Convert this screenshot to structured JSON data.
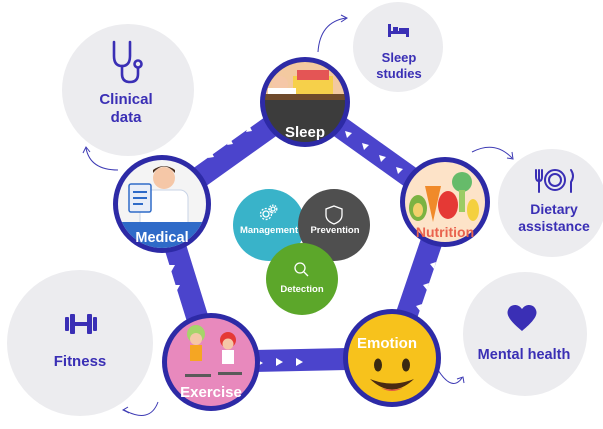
{
  "colors": {
    "ring": "#4b44cc",
    "ring_dark": "#2d2aa6",
    "outer_bubble": "#ececef",
    "label": "#3a2fb5",
    "heart": "#3a2fb5",
    "management": "#39b3c9",
    "prevention": "#4f4f4f",
    "detection": "#5ca72a",
    "node_sleep": "#3c3c3c",
    "node_nutrition": "#f4a06a",
    "node_emotion": "#f7c21c",
    "node_exercise": "#e889bd",
    "node_medical": "#2f6bc8",
    "arrow": "#3d3ab4"
  },
  "center": {
    "management": "Management",
    "prevention": "Prevention",
    "detection": "Detection",
    "management_icon": "gears-icon",
    "prevention_icon": "shield-icon",
    "detection_icon": "magnifier-icon"
  },
  "nodes": {
    "sleep": {
      "label": "Sleep",
      "icon": "sleeping-child-icon"
    },
    "nutrition": {
      "label": "Nutrition",
      "icon": "vegetables-icon"
    },
    "emotion": {
      "label": "Emotion",
      "icon": "smiley-face-icon"
    },
    "exercise": {
      "label": "Exercise",
      "icon": "kids-skating-icon"
    },
    "medical": {
      "label": "Medical",
      "icon": "doctor-icon"
    }
  },
  "outer": {
    "clinical": {
      "line1": "Clinical",
      "line2": "data",
      "icon": "stethoscope-icon"
    },
    "sleep_studies": {
      "line1": "Sleep",
      "line2": "studies",
      "icon": "bed-icon"
    },
    "dietary": {
      "line1": "Dietary",
      "line2": "assistance",
      "icon": "plate-icon"
    },
    "mental": {
      "line1": "Mental health",
      "icon": "heart-icon"
    },
    "fitness": {
      "line1": "Fitness",
      "icon": "dumbbell-icon"
    }
  }
}
